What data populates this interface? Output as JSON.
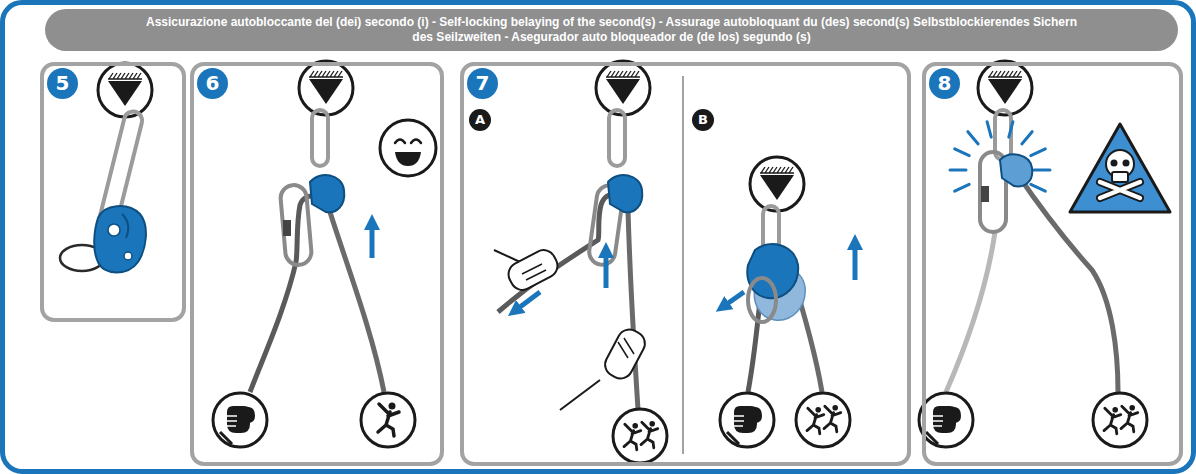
{
  "diagram": {
    "title": "Assicurazione autobloccante del (dei) secondo (i) - Self-locking belaying of the second(s) - Assurage autobloquant du (des) second(s) Selbstblockierendes Sichern des Seilzweiten - Asegurador auto bloqueador de (de los) segundo (s)",
    "nodes": [
      {
        "text": [
          "5"
        ]
      },
      {
        "text": [
          "6"
        ]
      },
      {
        "text": [
          "7"
        ]
      },
      {
        "text": [
          "A"
        ],
        "in": 2
      },
      {
        "text": [
          "B"
        ],
        "in": 2
      },
      {
        "text": [
          "8"
        ]
      }
    ]
  }
}
